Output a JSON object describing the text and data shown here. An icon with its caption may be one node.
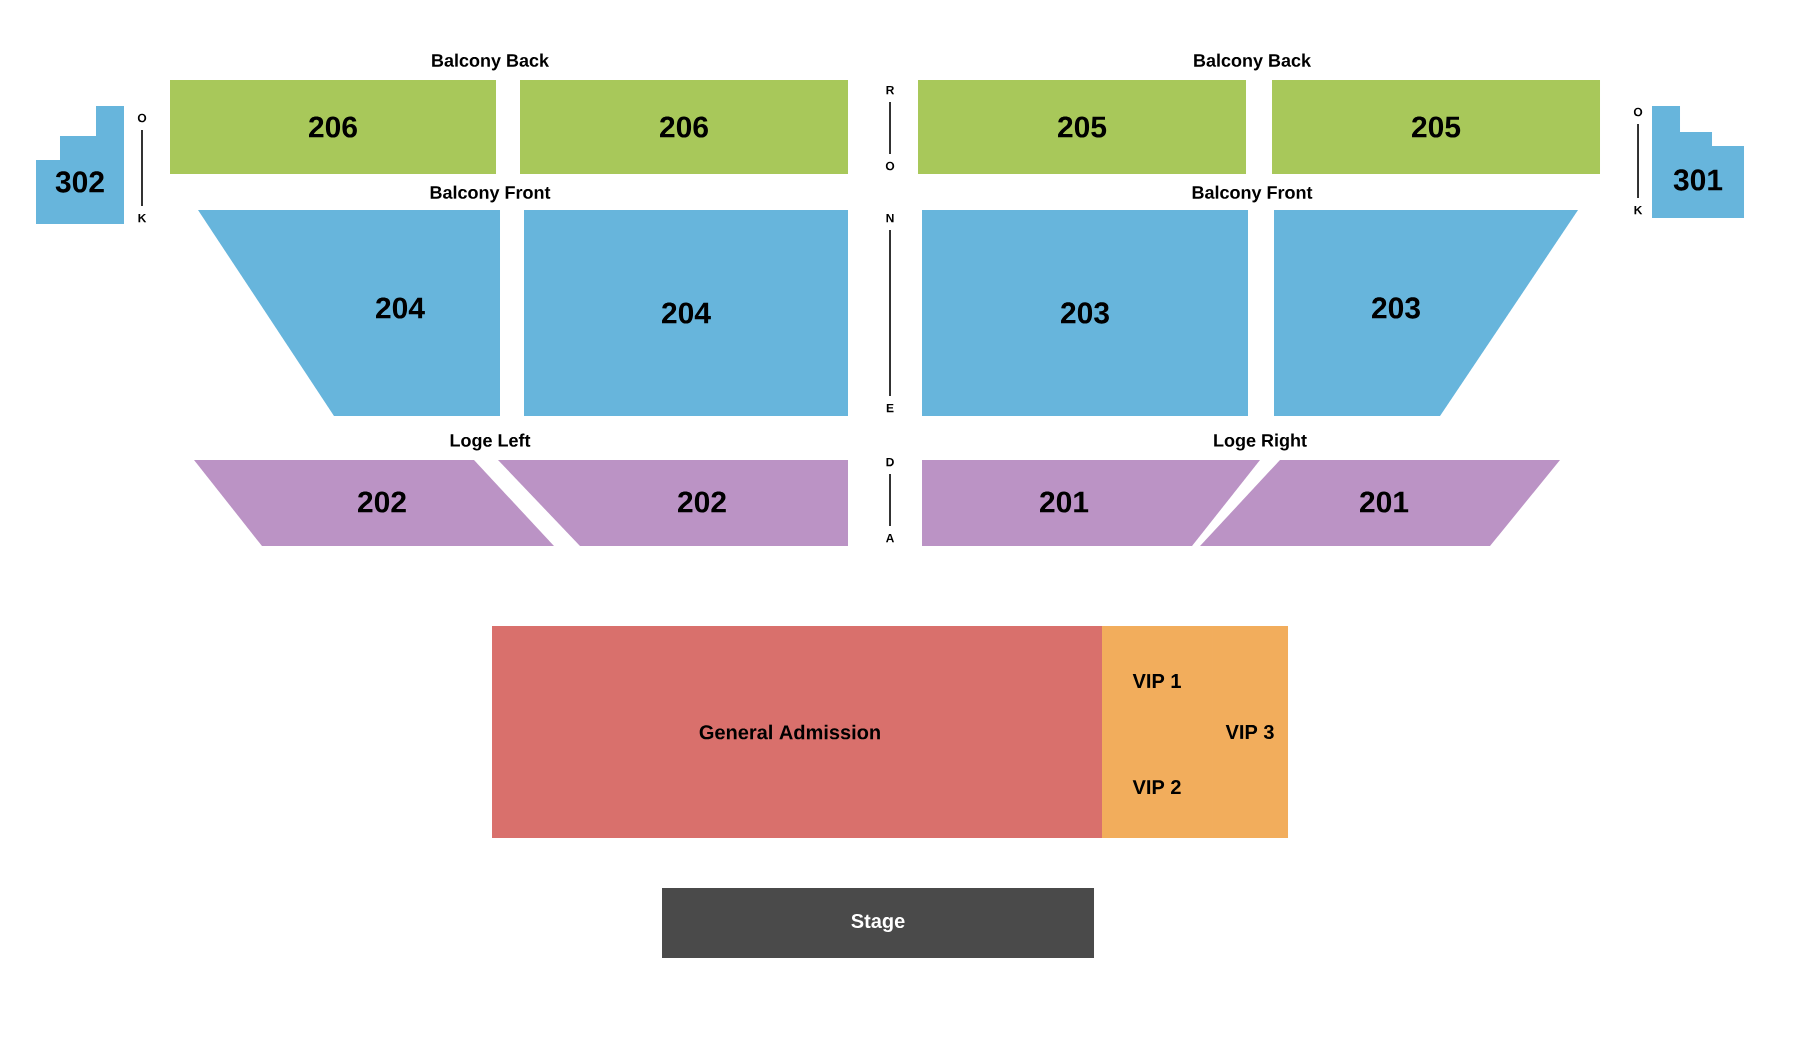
{
  "diagram": {
    "nodes": [
      {
        "text": [
          "302"
        ]
      },
      {
        "text": [
          "206"
        ]
      },
      {
        "text": [
          "206"
        ]
      },
      {
        "text": [
          "205"
        ]
      },
      {
        "text": [
          "205"
        ]
      },
      {
        "text": [
          "301"
        ]
      },
      {
        "text": [
          "204"
        ]
      },
      {
        "text": [
          "204"
        ]
      },
      {
        "text": [
          "203"
        ]
      },
      {
        "text": [
          "203"
        ]
      },
      {
        "text": [
          "202"
        ]
      },
      {
        "text": [
          "202"
        ]
      },
      {
        "text": [
          "201"
        ]
      },
      {
        "text": [
          "201"
        ]
      },
      {
        "text": [
          "General Admission"
        ]
      },
      {
        "text": [
          "VIP 1"
        ]
      },
      {
        "text": [
          "VIP 3"
        ]
      },
      {
        "text": [
          "VIP 2"
        ]
      },
      {
        "text": [
          "Stage"
        ]
      }
    ],
    "labels": [
      "Balcony Back",
      "Balcony Back",
      "R",
      "O",
      "O",
      "O",
      "K",
      "K",
      "Balcony Front",
      "Balcony Front",
      "N",
      "E",
      "Loge Left",
      "Loge Right",
      "D",
      "A"
    ]
  }
}
